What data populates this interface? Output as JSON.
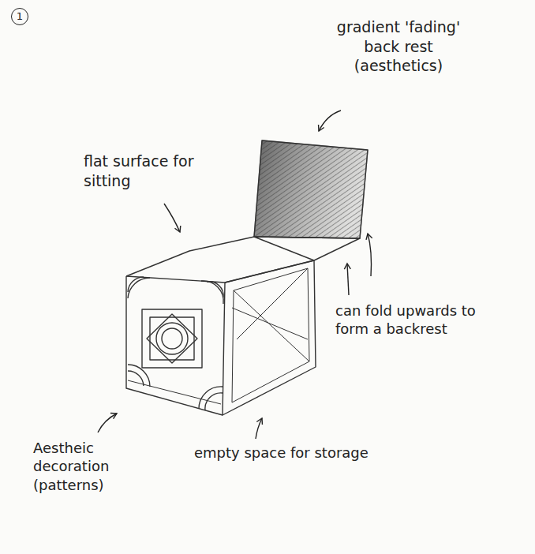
{
  "diagram": {
    "labels": [
      "1",
      "gradient 'fading' back rest (aesthetics)",
      "flat surface for sitting",
      "can fold upwards to form a backrest",
      "Aestheic decoration (patterns)",
      "empty space for storage"
    ]
  }
}
